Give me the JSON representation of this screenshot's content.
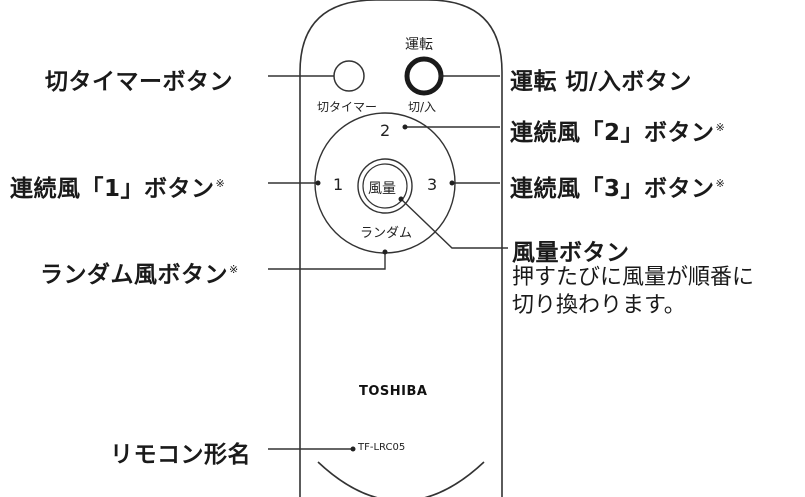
{
  "remote": {
    "power_top_label": "運転",
    "timer_below_label": "切タイマー",
    "power_below_label": "切/入",
    "num_2": "2",
    "num_1": "1",
    "num_3": "3",
    "volume_center": "風量",
    "random_label": "ランダム",
    "brand": "TOSHIBA",
    "model": "TF-LRC05"
  },
  "callouts": {
    "off_timer": "切タイマーボタン",
    "power": "運転 切/入ボタン",
    "cont2": "連続風「2」ボタン",
    "cont1": "連続風「1」ボタン",
    "cont3": "連続風「3」ボタン",
    "random": "ランダム風ボタン",
    "volume": "風量ボタン",
    "volume_desc_1": "押すたびに風量が順番に",
    "volume_desc_2": "切り換わります。",
    "model_name": "リモコン形名",
    "note_mark": "※"
  }
}
